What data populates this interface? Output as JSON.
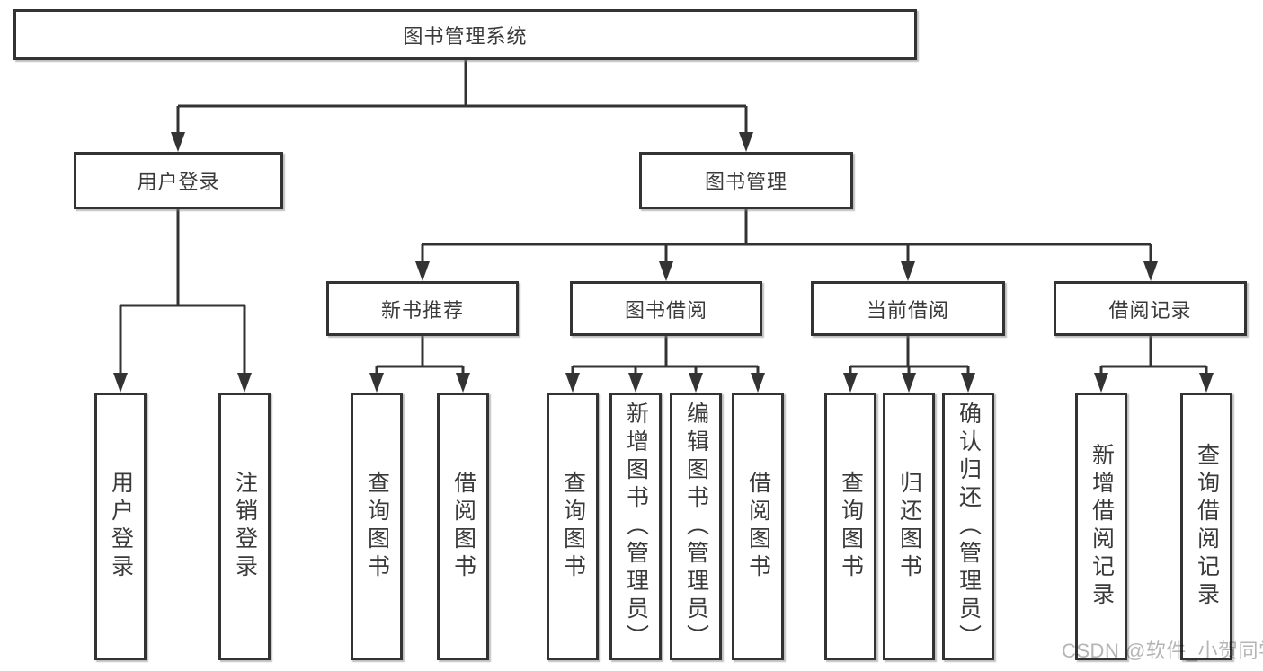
{
  "diagram": {
    "root": {
      "label": "图书管理系统"
    },
    "branches": [
      {
        "label": "用户登录",
        "children": [
          "用户登录",
          "注销登录"
        ]
      },
      {
        "label": "图书管理",
        "children": [
          {
            "label": "新书推荐",
            "children": [
              "查询图书",
              "借阅图书"
            ]
          },
          {
            "label": "图书借阅",
            "children": [
              "查询图书",
              "新增图书（管理员）",
              "编辑图书（管理员）",
              "借阅图书"
            ]
          },
          {
            "label": "当前借阅",
            "children": [
              "查询图书",
              "归还图书",
              "确认归还（管理员）"
            ]
          },
          {
            "label": "借阅记录",
            "children": [
              "新增借阅记录",
              "查询借阅记录"
            ]
          }
        ]
      }
    ]
  },
  "watermark": {
    "text": "CSDN @软件_小贺同学"
  },
  "colors": {
    "line": "#333333",
    "box_border": "#333333",
    "text": "#3a3a3a",
    "watermark": "#b5b5b5",
    "background": "#ffffff"
  }
}
